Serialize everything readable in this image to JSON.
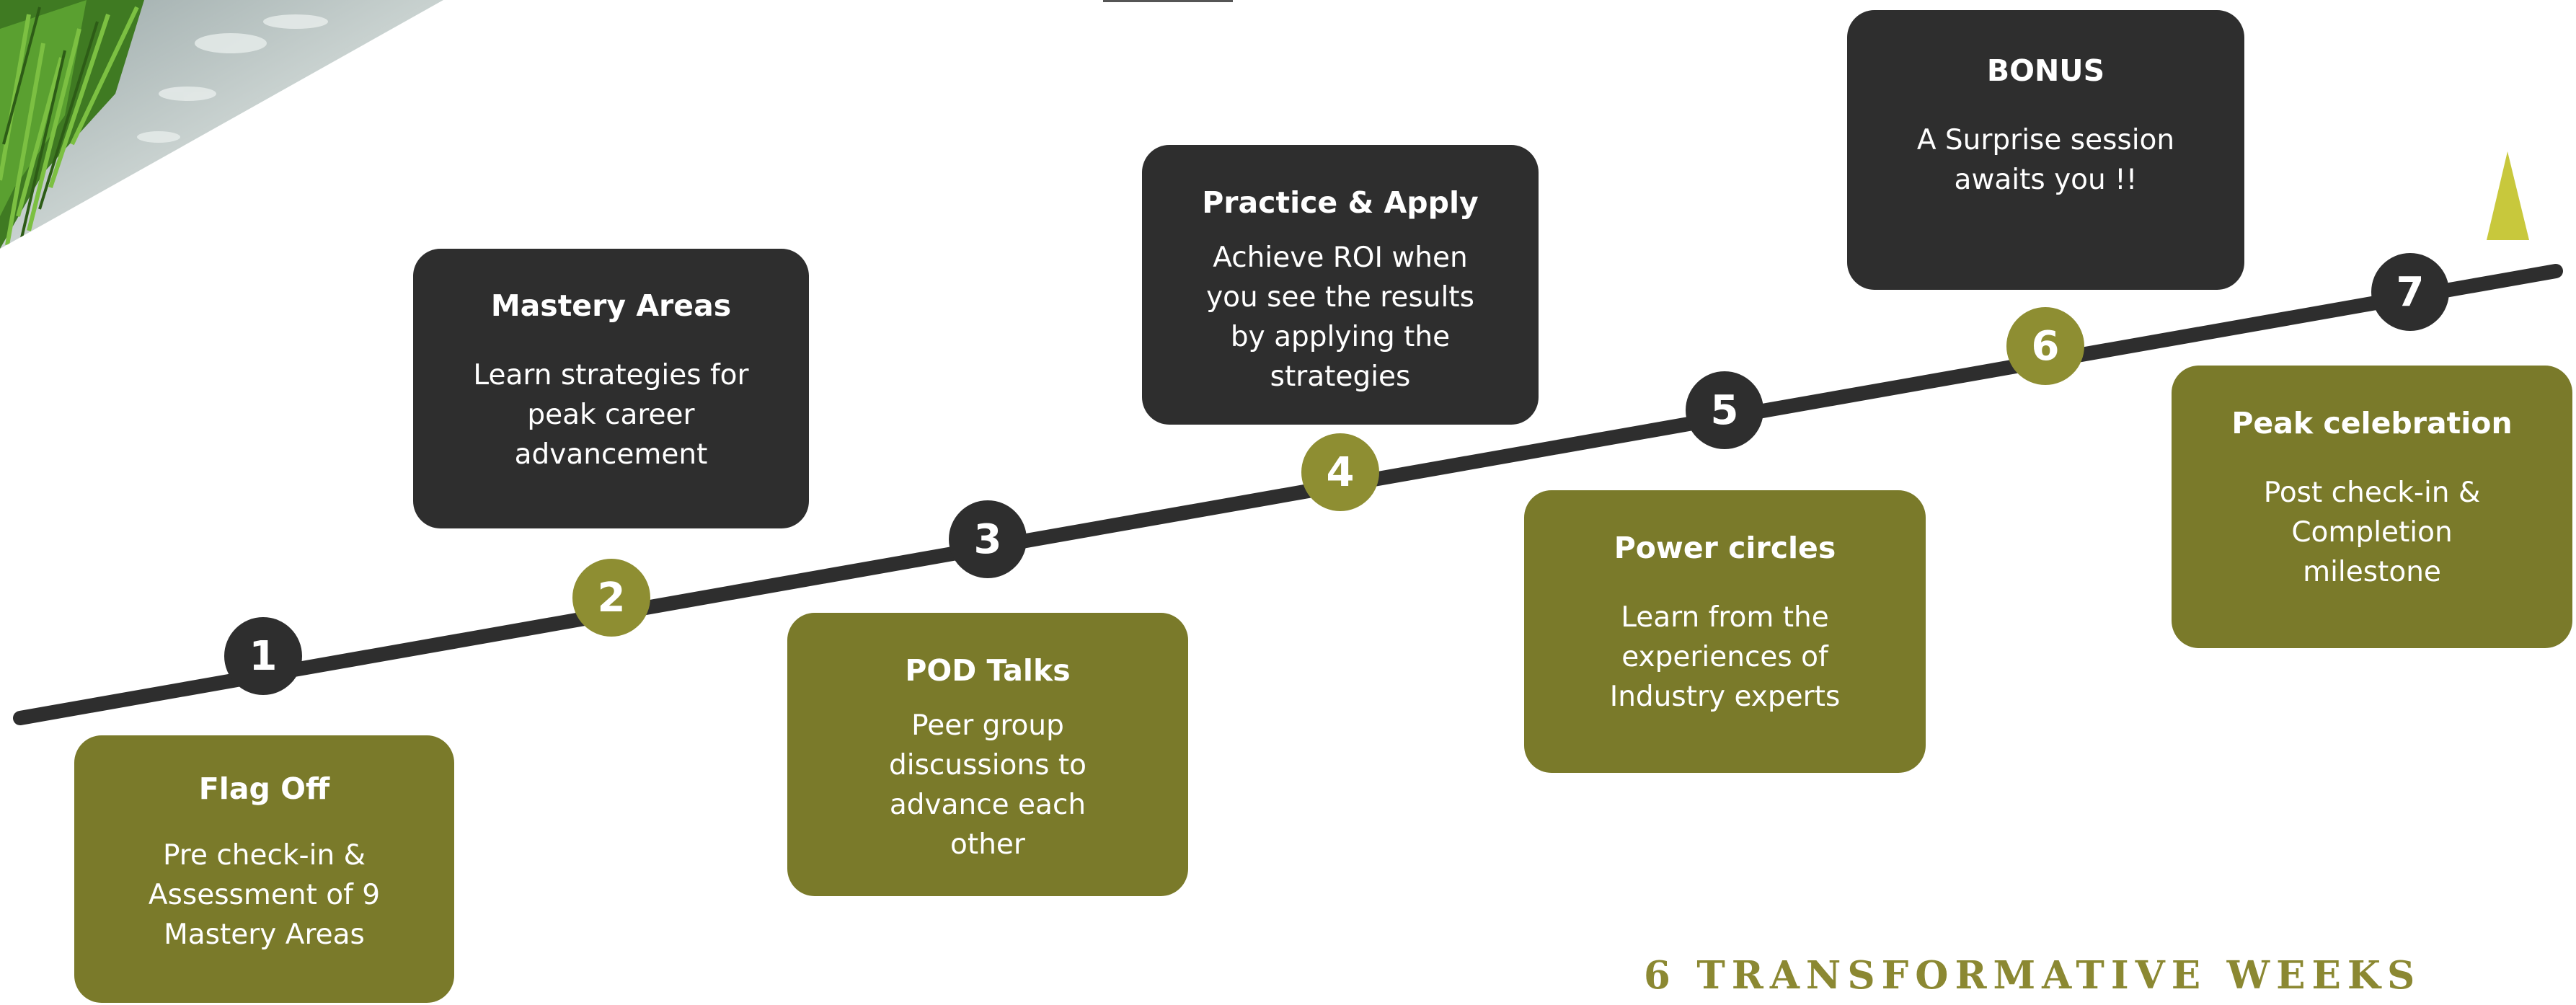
{
  "steps": [
    {
      "number": "1",
      "title": "Flag Off",
      "body_lines": [
        "Pre check-in &",
        "Assessment of 9",
        "Mastery Areas"
      ]
    },
    {
      "number": "2",
      "title": "Mastery Areas",
      "body_lines": [
        "Learn strategies for",
        "peak career",
        "advancement"
      ]
    },
    {
      "number": "3",
      "title": "POD Talks",
      "body_lines": [
        "Peer group",
        "discussions to",
        "advance each",
        "other"
      ]
    },
    {
      "number": "4",
      "title": "Practice & Apply",
      "body_lines": [
        "Achieve ROI when",
        "you see the results",
        "by applying the",
        "strategies"
      ]
    },
    {
      "number": "5",
      "title": "Power circles",
      "body_lines": [
        "Learn from the",
        "experiences of",
        "Industry experts"
      ]
    },
    {
      "number": "6",
      "title": "BONUS",
      "body_lines": [
        "A Surprise session",
        "awaits you !!"
      ]
    },
    {
      "number": "7",
      "title": "Peak celebration",
      "body_lines": [
        "Post check-in &",
        "Completion",
        "milestone"
      ]
    }
  ],
  "footer": {
    "text": "6 TRANSFORMATIVE WEEKS"
  },
  "colors": {
    "dark": "#2e2e2e",
    "olive": "#7a7a2a",
    "olive_marker": "#8e8e32",
    "accent_triangle": "#c8c83c",
    "footer_text": "#8b8832"
  }
}
